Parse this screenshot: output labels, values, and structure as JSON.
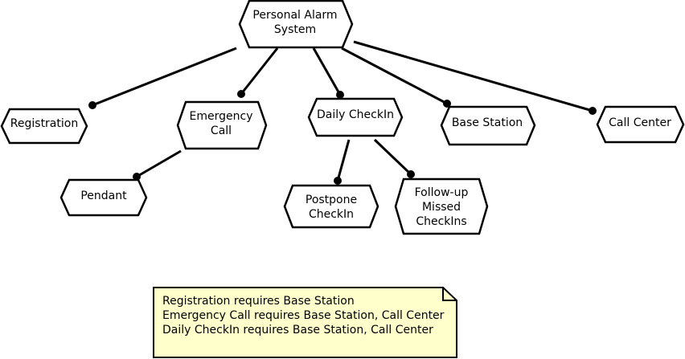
{
  "features": {
    "root": {
      "lines": [
        "Personal Alarm",
        "System"
      ]
    },
    "registration": {
      "lines": [
        "Registration"
      ]
    },
    "emergency_call": {
      "lines": [
        "Emergency",
        "Call"
      ]
    },
    "daily_checkin": {
      "lines": [
        "Daily CheckIn"
      ]
    },
    "base_station": {
      "lines": [
        "Base Station"
      ]
    },
    "call_center": {
      "lines": [
        "Call Center"
      ]
    },
    "pendant": {
      "lines": [
        "Pendant"
      ]
    },
    "postpone_checkin": {
      "lines": [
        "Postpone",
        "CheckIn"
      ]
    },
    "followup_missed": {
      "lines": [
        "Follow-up",
        "Missed",
        "CheckIns"
      ]
    }
  },
  "constraints_note": {
    "lines": [
      "Registration requires Base Station",
      "Emergency Call requires Base Station, Call Center",
      "Daily CheckIn requires Base Station, Call Center"
    ]
  },
  "colors": {
    "note_fill": "#ffffcc",
    "stroke": "#000000",
    "node_fill": "#ffffff"
  }
}
